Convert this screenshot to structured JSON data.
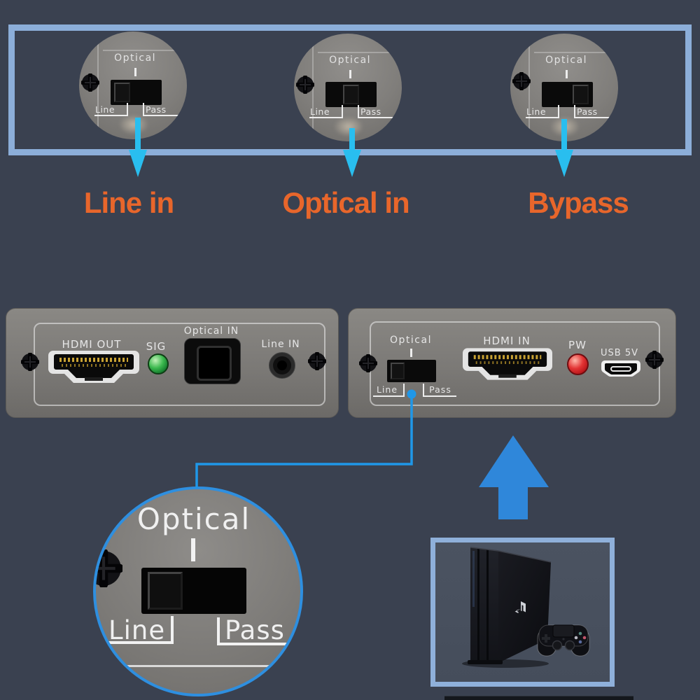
{
  "colors": {
    "background": "#3A4150",
    "frame_border": "#8CAED9",
    "cyan_arrow": "#29BEEF",
    "big_arrow_blue": "#2F87DA",
    "connector_blue": "#1F97E8",
    "magnifier_ring": "#2E8FE0",
    "label_orange": "#E8662B",
    "panel_gray": "#7b7976",
    "sig_led_green": "#2FAF46",
    "pw_led_red": "#D5262C"
  },
  "top_box": {
    "labels": {
      "optical": "Optical",
      "line": "Line",
      "pass": "Pass"
    },
    "closeups": [
      {
        "selected_position": "Line"
      },
      {
        "selected_position": "Optical"
      },
      {
        "selected_position": "Pass"
      }
    ]
  },
  "annotations": {
    "line_in": "Line in",
    "optical_in": "Optical in",
    "bypass": "Bypass"
  },
  "panels": {
    "output": {
      "labels": {
        "hdmi_out": "HDMI OUT",
        "sig": "SIG",
        "optical_in": "Optical IN",
        "line_in": "Line IN"
      },
      "led": {
        "name": "SIG",
        "color": "#2FAF46"
      }
    },
    "input": {
      "labels": {
        "optical": "Optical",
        "line": "Line",
        "pass": "Pass",
        "hdmi_in": "HDMI IN",
        "pw": "PW",
        "usb_5v": "USB 5V"
      },
      "led": {
        "name": "PW",
        "color": "#D5262C"
      }
    }
  },
  "magnifier": {
    "labels": {
      "optical": "Optical",
      "line": "Line",
      "pass": "Pass"
    }
  },
  "icons": {
    "screw": "phillips-screw-icon",
    "hdmi_port": "hdmi-port",
    "toslink_port": "toslink-optical-port",
    "audio_jack": "3.5mm-jack",
    "micro_usb": "micro-usb-port",
    "down_arrow": "down-arrow-icon",
    "up_arrow": "up-arrow-icon",
    "playstation_logo": "playstation-logo-icon",
    "console": "ps4-pro-console",
    "controller": "dualshock4-controller"
  }
}
